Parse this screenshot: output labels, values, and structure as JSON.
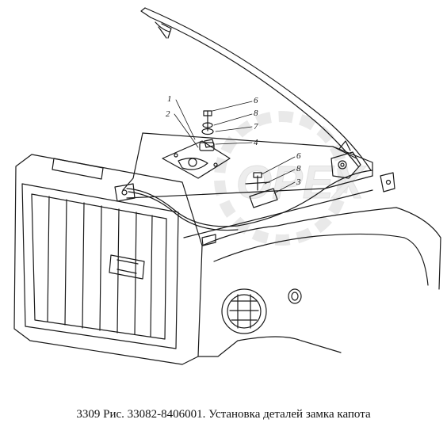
{
  "caption": "3309 Рис. 33082-8406001. Установка деталей замка капота",
  "callouts": [
    "1",
    "2",
    "6",
    "8",
    "7",
    "4",
    "6",
    "8",
    "3"
  ],
  "watermark": {
    "text": "OPEX",
    "brand_color": "#dcdcdc"
  },
  "colors": {
    "line": "#1a1a1a",
    "background": "#ffffff"
  }
}
